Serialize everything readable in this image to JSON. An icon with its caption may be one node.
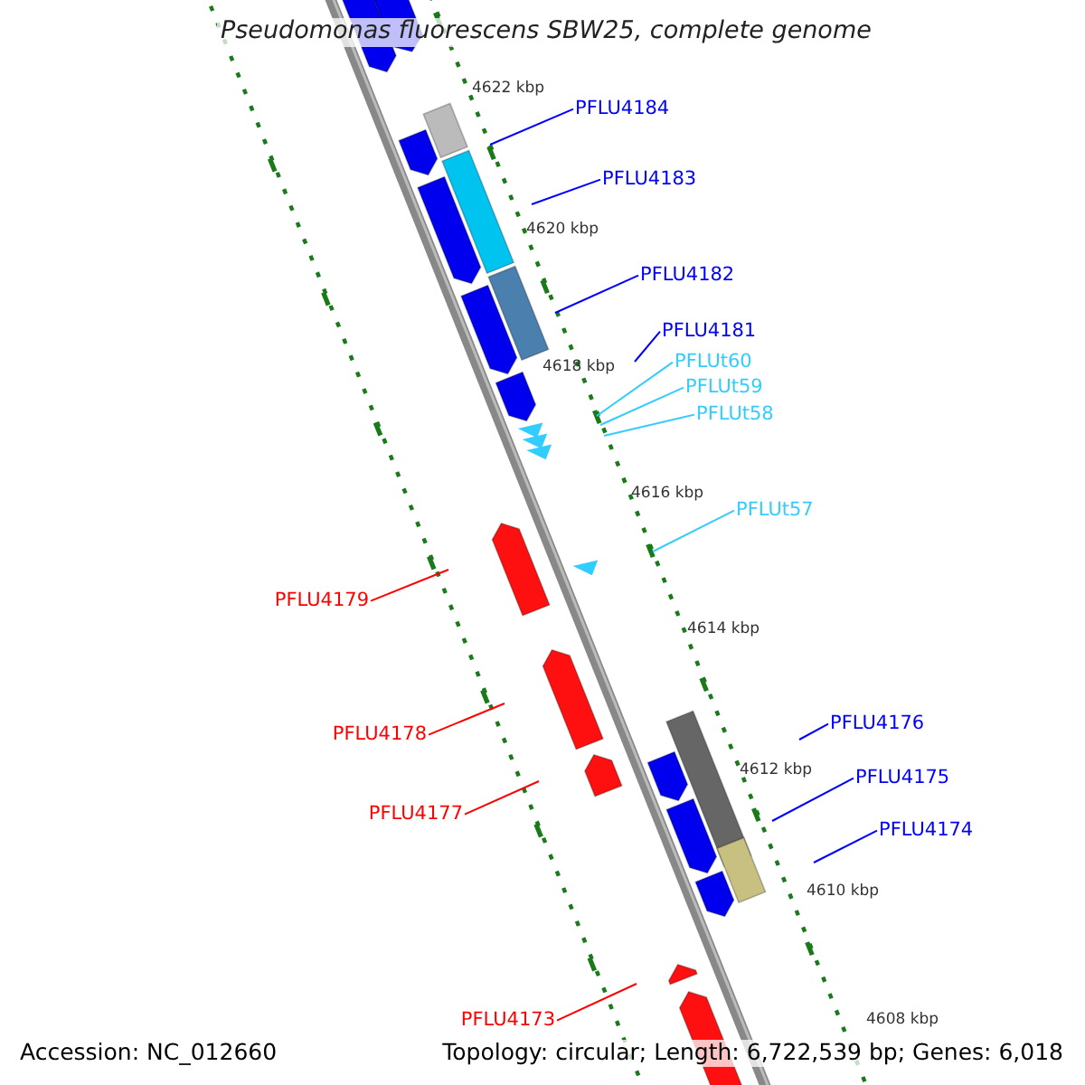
{
  "diagram": {
    "title": "Pseudomonas fluorescens SBW25, complete genome",
    "nodes": [
      {
        "text": [
          "PFLU4184"
        ]
      },
      {
        "text": [
          "PFLU4183"
        ]
      },
      {
        "text": [
          "PFLU4182"
        ]
      },
      {
        "text": [
          "PFLU4181"
        ]
      },
      {
        "text": [
          "PFLUt60"
        ]
      },
      {
        "text": [
          "PFLUt59"
        ]
      },
      {
        "text": [
          "PFLUt58"
        ]
      },
      {
        "text": [
          "PFLUt57"
        ]
      },
      {
        "text": [
          "PFLU4179"
        ]
      },
      {
        "text": [
          "PFLU4178"
        ]
      },
      {
        "text": [
          "PFLU4177"
        ]
      },
      {
        "text": [
          "PFLU4176"
        ]
      },
      {
        "text": [
          "PFLU4175"
        ]
      },
      {
        "text": [
          "PFLU4174"
        ]
      },
      {
        "text": [
          "PFLU4173"
        ]
      }
    ],
    "edges": [
      {
        "from": 0,
        "to": null,
        "arrow": "none"
      },
      {
        "from": 1,
        "to": null,
        "arrow": "none"
      },
      {
        "from": 2,
        "to": null,
        "arrow": "none"
      },
      {
        "from": 3,
        "to": null,
        "arrow": "none"
      },
      {
        "from": 4,
        "to": null,
        "arrow": "none",
        "color": "#33ccff"
      },
      {
        "from": 5,
        "to": null,
        "arrow": "none",
        "color": "#33ccff"
      },
      {
        "from": 6,
        "to": null,
        "arrow": "none",
        "color": "#33ccff"
      },
      {
        "from": 7,
        "to": null,
        "arrow": "none",
        "color": "#33ccff"
      },
      {
        "from": 8,
        "to": null,
        "arrow": "none",
        "color": "#ff0000"
      },
      {
        "from": 9,
        "to": null,
        "arrow": "none",
        "color": "#ff0000"
      },
      {
        "from": 10,
        "to": null,
        "arrow": "none",
        "color": "#ff0000"
      },
      {
        "from": 11,
        "to": null,
        "arrow": "none"
      },
      {
        "from": 12,
        "to": null,
        "arrow": "none"
      },
      {
        "from": 13,
        "to": null,
        "arrow": "none"
      },
      {
        "from": 14,
        "to": null,
        "arrow": "none",
        "color": "#ff0000"
      }
    ],
    "labels": [
      "4622 kbp",
      "4620 kbp",
      "4618 kbp",
      "4616 kbp",
      "4614 kbp",
      "4612 kbp",
      "4610 kbp",
      "4608 kbp",
      "Accession: NC_012660",
      "Topology: circular; Length: 6,722,539 bp; Genes: 6,018"
    ]
  }
}
